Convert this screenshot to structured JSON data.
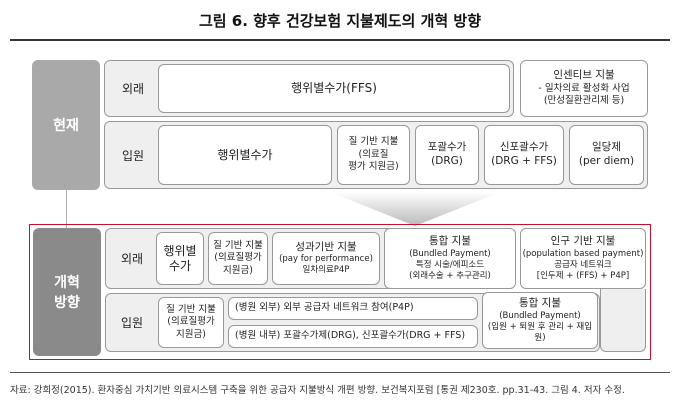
{
  "title": "그림 6. 향후 건강보험 지불제도의 개혁 방향",
  "current": {
    "label": "현재",
    "outpatient": {
      "label": "외래",
      "ffs": "행위별수가(FFS)",
      "incentive": {
        "title": "인센티브 지불",
        "line1": "- 일차의료 활성화 사업",
        "line2": "(만성질환관리제 등)"
      }
    },
    "inpatient": {
      "label": "입원",
      "ffs": "행위별수가",
      "quality": {
        "line1": "질 기반 지불",
        "line2": "(의료질",
        "line3": "평가 지원금)"
      },
      "drg": {
        "line1": "포괄수가",
        "line2": "(DRG)"
      },
      "new_drg": {
        "line1": "신포괄수가",
        "line2": "(DRG + FFS)"
      },
      "per_diem": {
        "line1": "일당제",
        "line2": "(per diem)"
      }
    }
  },
  "reform": {
    "label_line1": "개혁",
    "label_line2": "방향",
    "outpatient": {
      "label": "외래",
      "ffs": {
        "line1": "행위별",
        "line2": "수가"
      },
      "quality": {
        "line1": "질 기반 지불",
        "line2": "(의료질평가",
        "line3": "지원금)"
      },
      "p4p": {
        "line1": "성과기반 지불",
        "line2": "(pay for performance)",
        "line3": "일차의료P4P"
      },
      "bundled": {
        "line1": "통합 지불",
        "line2": "(Bundled Payment)",
        "line3": "특정 시술/에피소드",
        "line4": "(외래수술 + 추구관리)"
      },
      "population": {
        "line1": "인구 기반 지불",
        "line2": "(population based payment)",
        "line3": "공급자 네트워크",
        "line4": "[인두제 + (FFS) + P4P]"
      }
    },
    "inpatient": {
      "label": "입원",
      "quality": {
        "line1": "질 기반 지불",
        "line2": "(의료질평가",
        "line3": "지원금)"
      },
      "external": "(병원 외부) 외부 공급자 네트워크 참여(P4P)",
      "internal": "(병원 내부) 포괄수가제(DRG), 신포괄수가(DRG + FFS)",
      "bundled": {
        "line1": "통합 지불",
        "line2": "(Bundled Payment)",
        "line3": "(입원 + 퇴원 후 관리 + 재입원)"
      }
    }
  },
  "source": "자료: 강희정(2015). 환자중심 가치기반 의료시스템 구축을 위한 공급자 지불방식 개편 방향. 보건복지포럼 [통권 제230호. pp.31-43. 그림 4. 저자 수정.",
  "colors": {
    "highlight_border": "#c8102e",
    "side_label": "#a9a9a9",
    "panel_gray": "#efefef"
  }
}
